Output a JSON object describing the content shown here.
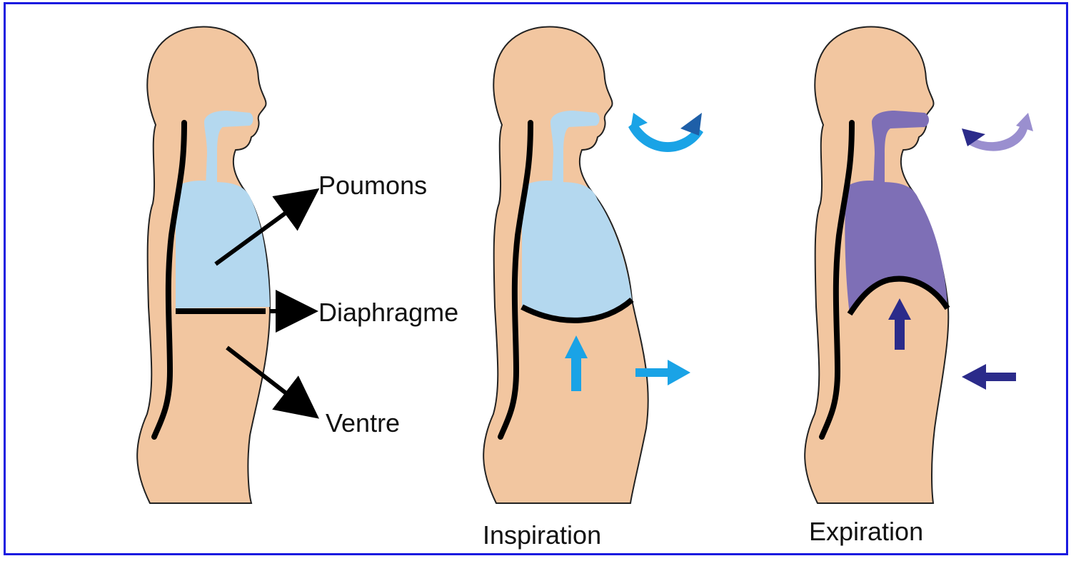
{
  "labels": {
    "lungs": "Poumons",
    "diaphragm": "Diaphragme",
    "belly": "Ventre",
    "inspiration": "Inspiration",
    "expiration": "Expiration"
  },
  "colors": {
    "border": "#1a1ae0",
    "skin": "#f2c6a0",
    "air_in": "#b4d8ef",
    "air_out": "#7e6fb6",
    "arrow_in": "#1aa3e6",
    "arrow_out": "#2b2b8a",
    "line": "#000000"
  },
  "icons": {
    "air_in_arrow": "curved-arrow-in-icon",
    "air_out_arrow": "curved-arrow-out-icon"
  }
}
